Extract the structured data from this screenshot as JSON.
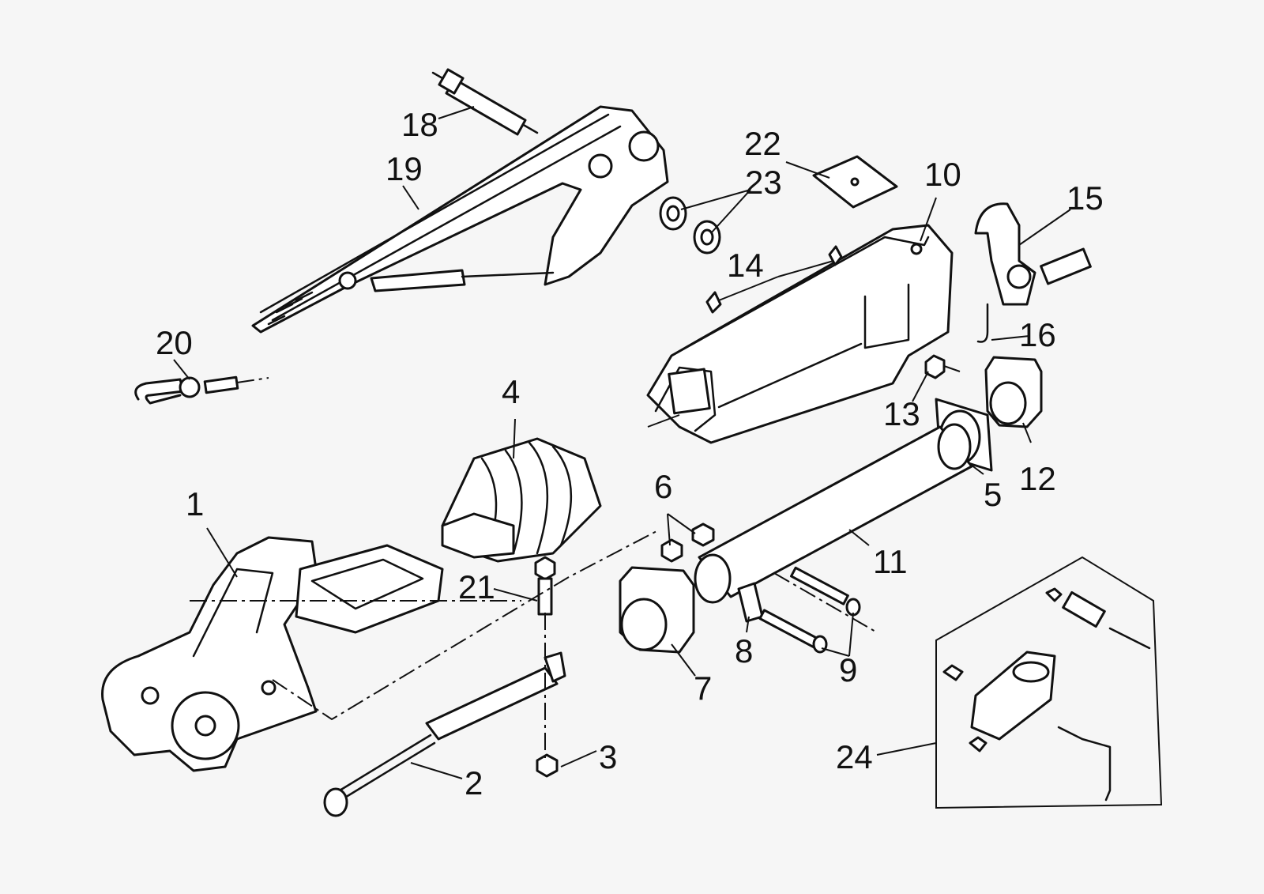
{
  "callouts": [
    {
      "id": "c1",
      "text": "1"
    },
    {
      "id": "c2",
      "text": "2"
    },
    {
      "id": "c3",
      "text": "3"
    },
    {
      "id": "c4",
      "text": "4"
    },
    {
      "id": "c5",
      "text": "5"
    },
    {
      "id": "c6",
      "text": "6"
    },
    {
      "id": "c7",
      "text": "7"
    },
    {
      "id": "c8",
      "text": "8"
    },
    {
      "id": "c9",
      "text": "9"
    },
    {
      "id": "c10",
      "text": "10"
    },
    {
      "id": "c11",
      "text": "11"
    },
    {
      "id": "c12",
      "text": "12"
    },
    {
      "id": "c13",
      "text": "13"
    },
    {
      "id": "c14",
      "text": "14"
    },
    {
      "id": "c15",
      "text": "15"
    },
    {
      "id": "c16",
      "text": "16"
    },
    {
      "id": "c18",
      "text": "18"
    },
    {
      "id": "c19",
      "text": "19"
    },
    {
      "id": "c20",
      "text": "20"
    },
    {
      "id": "c21",
      "text": "21"
    },
    {
      "id": "c22",
      "text": "22"
    },
    {
      "id": "c23",
      "text": "23"
    },
    {
      "id": "c24",
      "text": "24"
    }
  ],
  "colors": {
    "ink": "#111111",
    "paper": "#ffffff",
    "sheet": "#f6f6f6"
  }
}
